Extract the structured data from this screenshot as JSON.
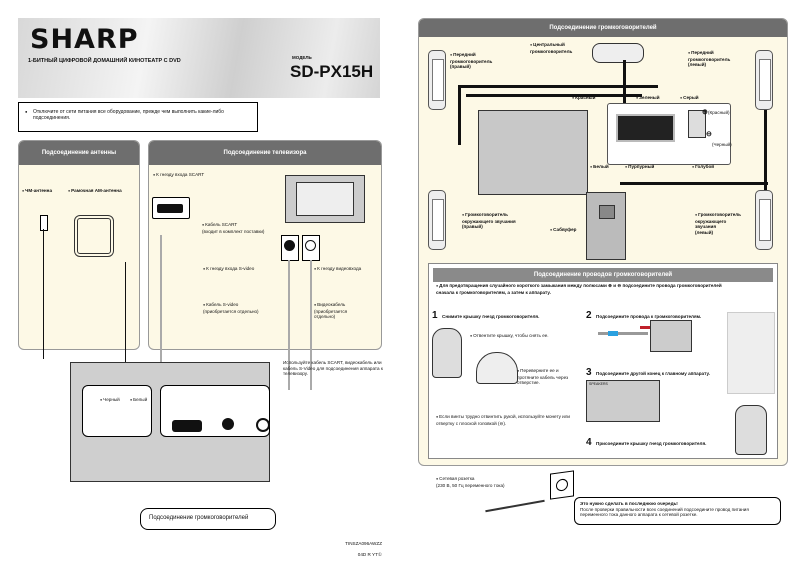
{
  "header": {
    "brand": "SHARP",
    "subtitle": "1-БИТНЫЙ ЦИФРОВОЙ ДОМАШНИЙ КИНОТЕАТР С DVD",
    "model_label": "МОДЕЛЬ",
    "model": "SD-PX15H"
  },
  "notice": "Отключите от сети питания все оборудование, прежде чем выполнить какие-либо подсоединения.",
  "antenna_panel": {
    "title": "Подсоединение антенны",
    "fm": "ЧМ-антенна",
    "am": "Рамочная АМ-антенна"
  },
  "tv_panel": {
    "title": "Подсоединение телевизора",
    "scart_jack": "К гнезду входа SCART",
    "scart_cable": "Кабель SCART\n(входит в комплект поставки)",
    "svideo_jack": "К гнезду входа S-video",
    "svideo_cable": "Кабель S-video\n(приобретается отдельно)",
    "video_jack": "К гнезду видеовхода",
    "video_cable": "Видеокабель\n(приобретается\nотдельно)",
    "footnote": "Используйте кабель SCART, видеокабель или кабель S-Video для подсоединения аппарата к телевизору."
  },
  "unit_rear": {
    "black": "Черный",
    "white": "Белый",
    "speaker_callout": "Подсоединение громкоговорителей"
  },
  "doc_code": {
    "line1": "TINSZA096AWZZ",
    "line2": "04D R YT①"
  },
  "speaker_panel": {
    "title": "Подсоединение громкоговорителей",
    "center": "Центральный\nгромкоговоритель",
    "front_right": "Передний\nгромкоговоритель\n(правый)",
    "front_left": "Передний\nгромкоговоритель\n(левый)",
    "red": "Красный",
    "green": "Зеленый",
    "gray": "Серый",
    "white": "Белый",
    "purple": "Пурпурный",
    "blue": "Голубой",
    "plus_red": "(Красный)",
    "minus_black": "(Черный)",
    "surround_right": "Громкоговоритель\nокружающего звучания\n(правый)",
    "surround_left": "Громкоговоритель\nокружающего\nзвучания\n(левый)",
    "subwoofer": "Сабвуфер"
  },
  "wires_panel": {
    "title": "Подсоединение проводов громкоговорителей",
    "intro": "Для предотвращения случайного короткого замыкания между полюсами ⊕ и ⊖ подсоедините провода громкоговорителей сначала к громкоговорителям, а затем к аппарату.",
    "steps": [
      {
        "num": "1",
        "text": "Снимите крышку гнезд громкоговорителя."
      },
      {
        "num": "2",
        "text": "Подсоедините провода к громкоговорителям."
      },
      {
        "num": "3",
        "text": "Подсоедините другой конец к главному аппарату."
      },
      {
        "num": "4",
        "text": "Присоедините крышку гнезд громкоговорителя."
      }
    ],
    "remove_cover": "Отвентите крышку, чтобы снять ее.",
    "flip_cover": "Переверните ее и протяните кабель через отверстие.",
    "screw_note": "Если винты трудно отвинтить рукой, используйте монету или отвертку с плоской головкой (⊖).",
    "terminal_header": "SPEAKERS"
  },
  "power": {
    "outlet": "Сетевая розетка\n(230 В, 50 Гц переменного тока)",
    "last_title": "Это нужно сделать в последнюю очередь!",
    "last_text": "После проверки правильности всех соединений подсоедините провод питания переменного тока данного аппарата к сетевой розетке."
  },
  "colors": {
    "panel_head": "#6e6e6e",
    "panel_bg": "#fdf9e6",
    "wire_red": "#c0202a",
    "wire_green": "#2a9a4a",
    "wire_purple": "#a03090",
    "wire_blue": "#2aa0e0"
  }
}
